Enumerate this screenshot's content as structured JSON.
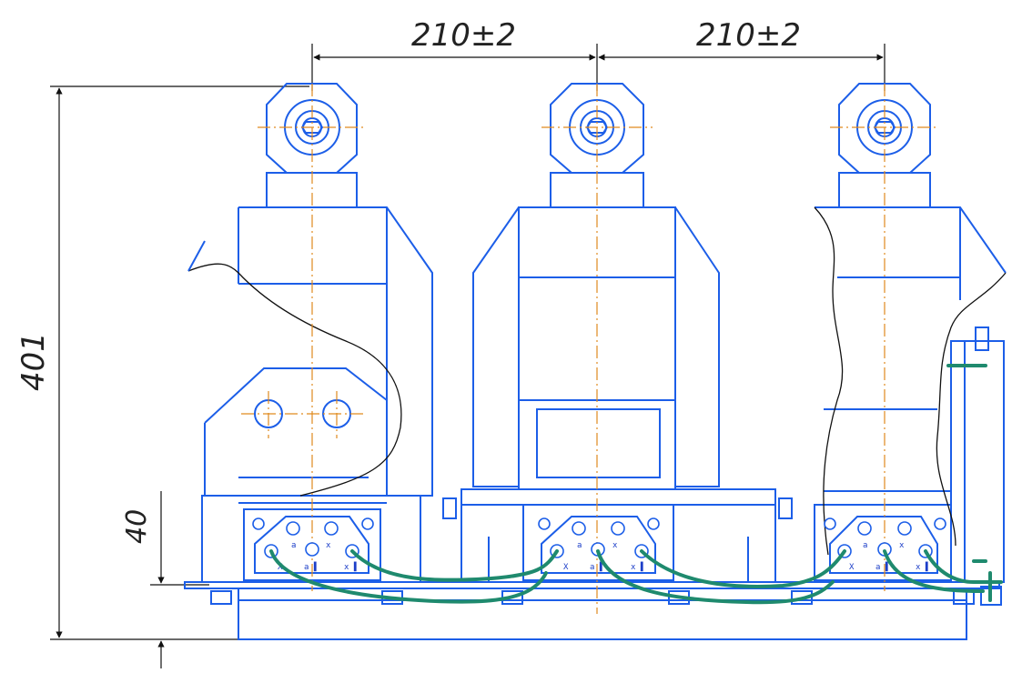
{
  "dimensions": {
    "pitch_left": "210±2",
    "pitch_right": "210±2",
    "overall_height": "401",
    "base_height": "40"
  },
  "terminal_labels": {
    "X": "X",
    "a": "a",
    "x": "x",
    "a_marked": "a ▌",
    "x_marked": "x ▌"
  },
  "colors": {
    "outline": "#1c5ee8",
    "centerline": "#e08a1e",
    "dimension": "#111111",
    "cable": "#1f8a6e",
    "break_line": "#111111"
  }
}
